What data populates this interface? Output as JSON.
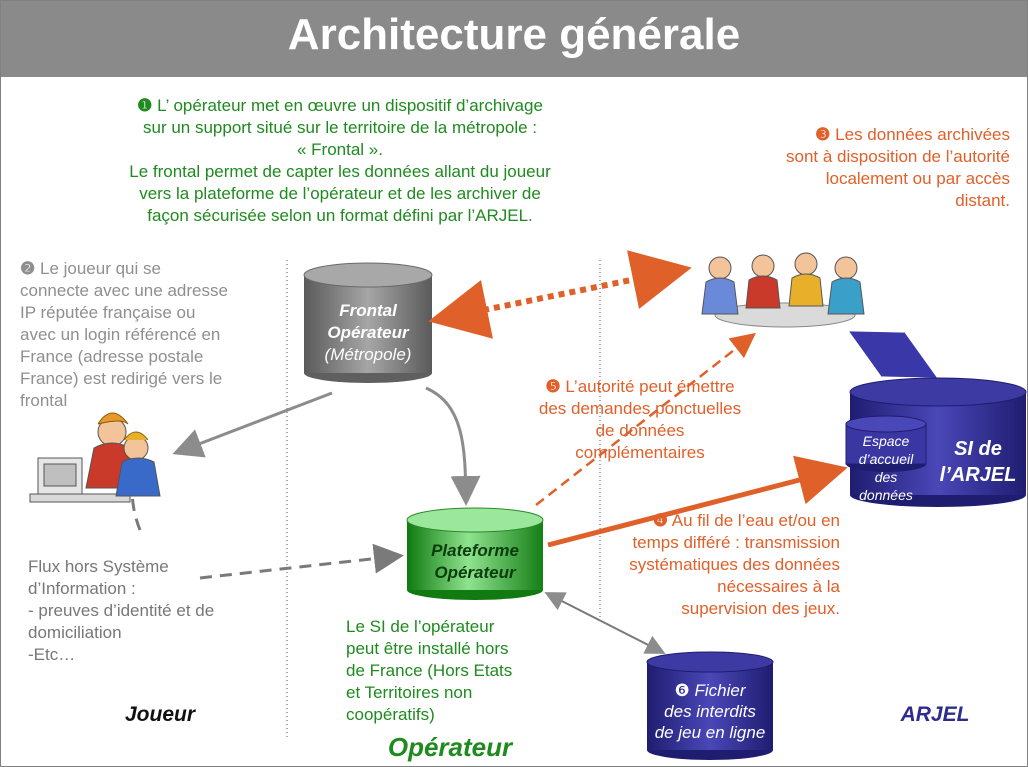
{
  "title": "Architecture générale",
  "step1": {
    "number": "❶",
    "line1": "L’ opérateur met en œuvre un dispositif d’archivage",
    "line2": "sur un support situé sur le territoire de la métropole :",
    "line3": "« Frontal ».",
    "line4": "Le frontal permet de capter les données allant du joueur",
    "line5": "vers la plateforme de l’opérateur et de les archiver de",
    "line6": "façon sécurisée selon un format défini par l’ARJEL."
  },
  "step2": {
    "number": "❷",
    "lines": [
      "Le joueur qui se",
      "connecte avec une adresse",
      "IP réputée française ou",
      "avec un login référencé en",
      "France (adresse postale",
      "France) est redirigé vers le",
      "frontal"
    ]
  },
  "step3": {
    "number": "❸",
    "lines": [
      "Les données archivées",
      "sont à disposition de l’autorité",
      "localement ou par accès",
      "distant."
    ]
  },
  "step4": {
    "number": "❹",
    "lines": [
      "Au fil de l’eau et/ou en",
      "temps différé : transmission",
      "systématiques des données",
      "nécessaires à la",
      "supervision des jeux."
    ]
  },
  "step5": {
    "number": "❺",
    "lines": [
      "L’autorité peut émettre",
      "des demandes ponctuelles",
      "de données",
      "complémentaires"
    ]
  },
  "step6": {
    "number": "❻",
    "lines": [
      "Fichier",
      "des interdits",
      "de jeu en ligne"
    ]
  },
  "frontal": {
    "line1": "Frontal",
    "line2": "Opérateur",
    "line3": "(Métropole)"
  },
  "plateforme": {
    "line1": "Plateforme",
    "line2": "Opérateur"
  },
  "si_arjel": {
    "line1": "SI de",
    "line2": "l’ARJEL"
  },
  "espace": {
    "lines": [
      "Espace",
      "d’accueil",
      "des",
      "données"
    ]
  },
  "flux": {
    "lines": [
      "Flux hors Système",
      "d’Information :",
      "- preuves d’identité et de",
      "domiciliation",
      "-Etc…"
    ]
  },
  "si_operateur": {
    "lines": [
      "Le SI de l’opérateur",
      "peut être installé hors",
      "de France (Hors Etats",
      "et Territoires non",
      "coopératifs)"
    ]
  },
  "zones": {
    "joueur": "Joueur",
    "operateur": "Opérateur",
    "arjel": "ARJEL"
  },
  "colors": {
    "green": "#1f8a1f",
    "orange": "#e0602a",
    "navy": "#2e2c8c",
    "grey": "#8a8a8a"
  }
}
